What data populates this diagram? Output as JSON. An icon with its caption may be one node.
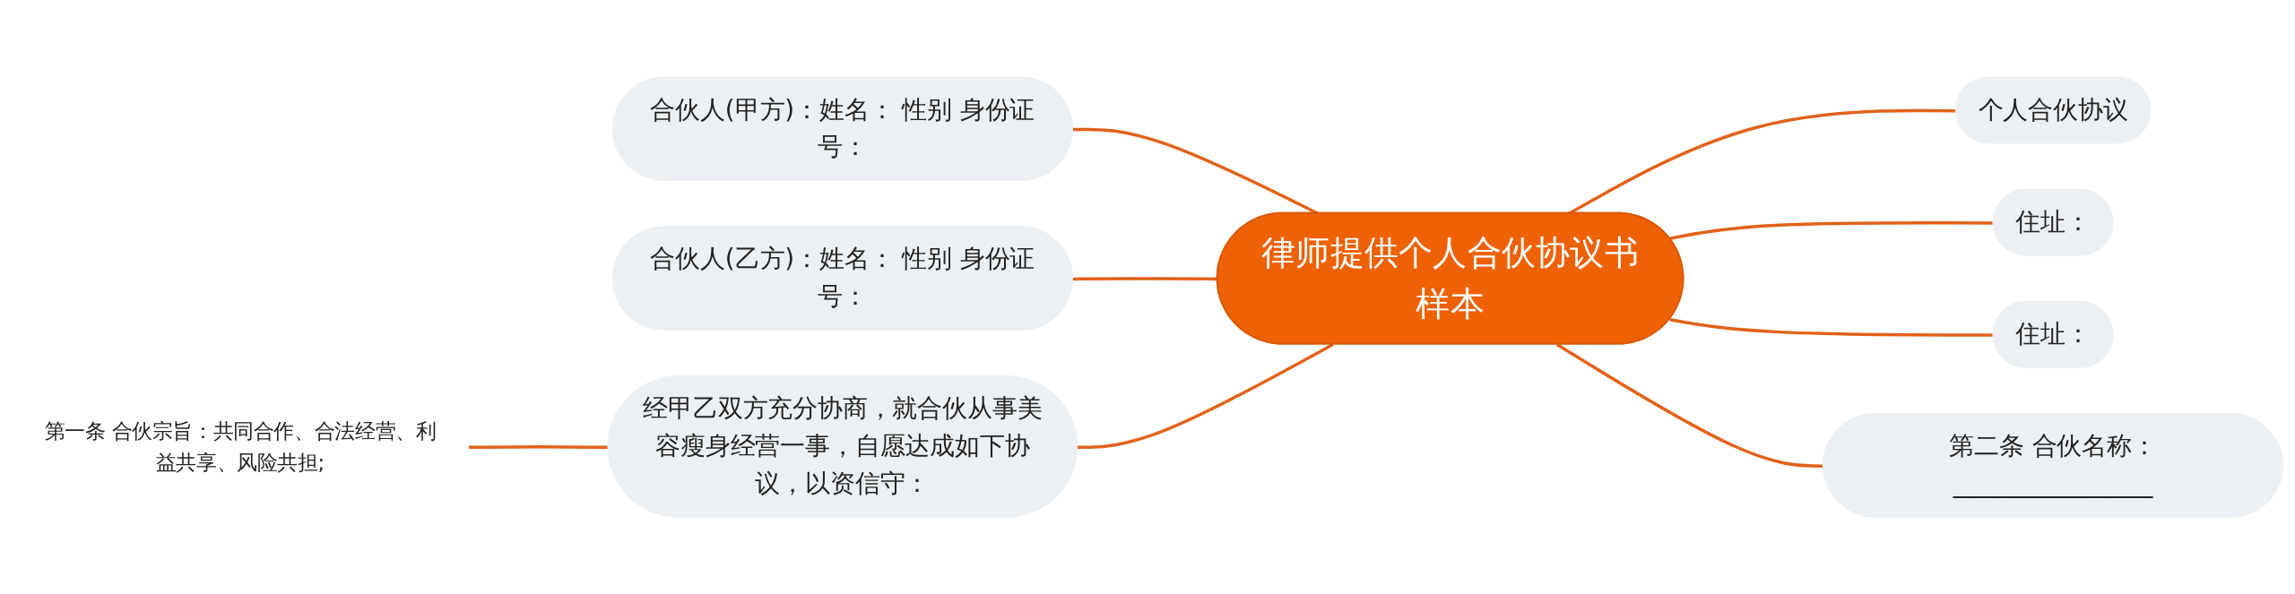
{
  "diagram": {
    "nodes": [
      {
        "text": [
          "律师提供个人合伙协议书样本"
        ]
      },
      {
        "text": [
          "合伙人(甲方)：姓名： 性别 身份证号："
        ]
      },
      {
        "text": [
          "合伙人(乙方)：姓名： 性别 身份证号："
        ]
      },
      {
        "text": [
          "经甲乙双方充分协商，就合伙从事美容瘦身经营一事，自愿达成如下协议，以资信守："
        ]
      },
      {
        "text": [
          "第一条 合伙宗旨：共同合作、合法经营、利益共享、风险共担;"
        ]
      },
      {
        "text": [
          "个人合伙协议"
        ]
      },
      {
        "text": [
          "住址："
        ]
      },
      {
        "text": [
          "住址："
        ]
      },
      {
        "text": [
          "第二条 合伙名称：________________"
        ]
      }
    ],
    "edges": [
      {
        "from": 0,
        "to": 1,
        "arrow": "none"
      },
      {
        "from": 0,
        "to": 2,
        "arrow": "none"
      },
      {
        "from": 0,
        "to": 3,
        "arrow": "none"
      },
      {
        "from": 3,
        "to": 4,
        "arrow": "none"
      },
      {
        "from": 0,
        "to": 5,
        "arrow": "none"
      },
      {
        "from": 0,
        "to": 6,
        "arrow": "none"
      },
      {
        "from": 0,
        "to": 7,
        "arrow": "none"
      },
      {
        "from": 0,
        "to": 8,
        "arrow": "none"
      }
    ]
  }
}
